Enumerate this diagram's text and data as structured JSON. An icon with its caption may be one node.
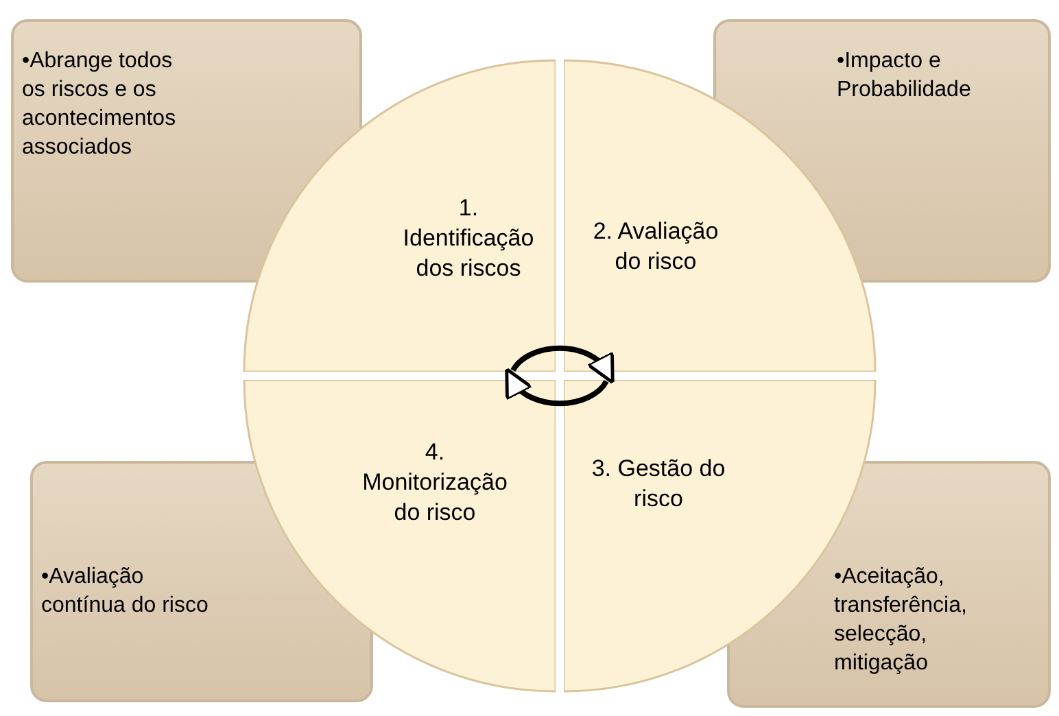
{
  "diagram": {
    "nodes": [
      {
        "text": [
          "•Abrange todos os riscos e os acontecimentos associados"
        ]
      },
      {
        "text": [
          "•Impacto e Probabilidade"
        ]
      },
      {
        "text": [
          "1. Identificação dos riscos"
        ]
      },
      {
        "text": [
          "2. Avaliação do risco"
        ]
      },
      {
        "text": [
          "4. Monitorização do risco"
        ]
      },
      {
        "text": [
          "3. Gestão do risco"
        ]
      },
      {
        "text": [
          "•Avaliação contínua do risco"
        ]
      },
      {
        "text": [
          "•Aceitação, transferência, selecção, mitigação"
        ]
      }
    ],
    "edges": [
      {
        "from": 2,
        "to": 3,
        "arrow": "to"
      },
      {
        "from": 5,
        "to": 4,
        "arrow": "to"
      }
    ]
  }
}
